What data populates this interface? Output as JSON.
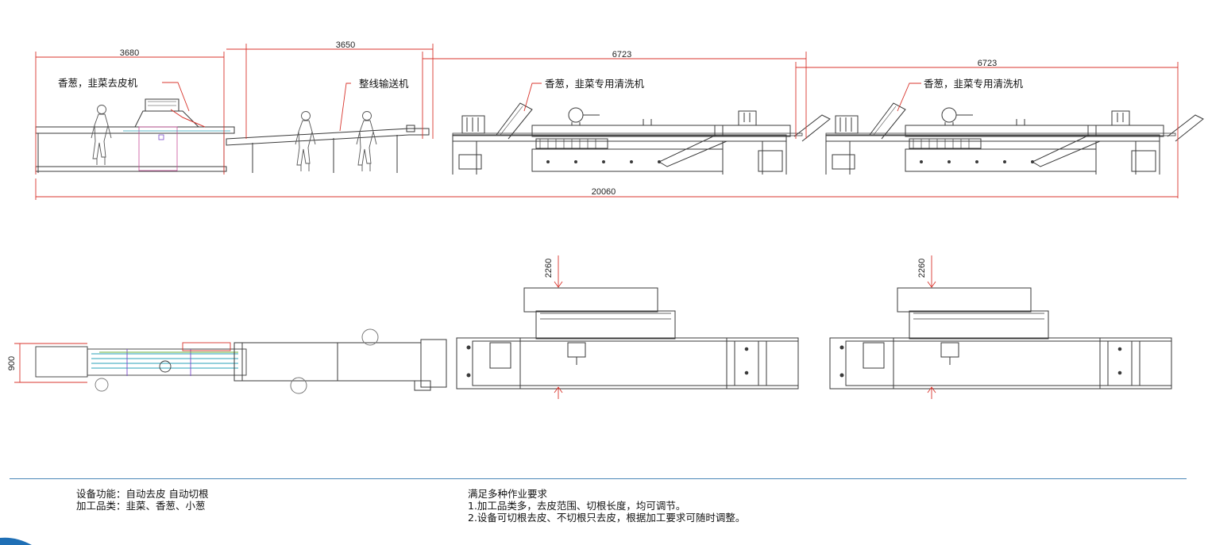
{
  "dimensions": {
    "peeler_length": "3680",
    "conveyor_length": "3650",
    "washer1_length": "6723",
    "washer2_length": "6723",
    "total_length": "20060",
    "width": "900",
    "washer_width_1": "2260",
    "washer_width_2": "2260"
  },
  "labels": {
    "peeler": "香葱，韭菜去皮机",
    "conveyor": "整线输送机",
    "washer1": "香葱，韭菜专用清洗机",
    "washer2": "香葱，韭菜专用清洗机"
  },
  "footer": {
    "left_lines": [
      "设备功能：自动去皮 自动切根",
      "加工品类：韭菜、香葱、小葱"
    ],
    "right_lines": [
      "满足多种作业要求",
      "1.加工品类多，去皮范围、切根长度，均可调节。",
      "2.设备可切根去皮、不切根只去皮，根据加工要求可随时调整。"
    ]
  },
  "colors": {
    "dimension_red": "#d8342c",
    "line_dark": "#3a3a3a",
    "accent_rule": "#4a86b8",
    "corner_blue": "#1f6fb5"
  }
}
